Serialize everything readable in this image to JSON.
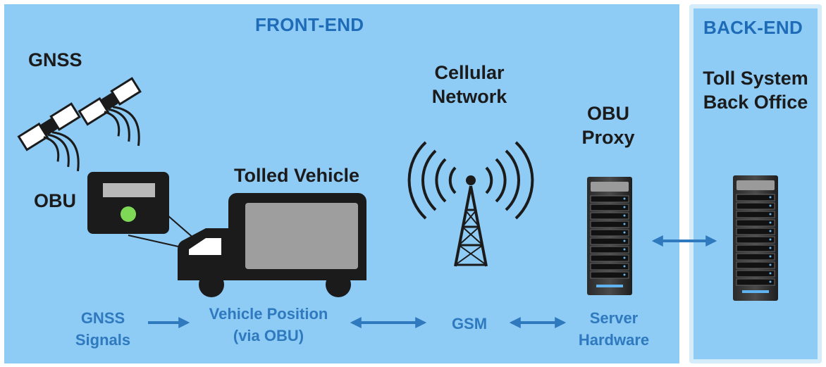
{
  "front_end": {
    "header": "FRONT-END",
    "labels": {
      "gnss": "GNSS",
      "obu": "OBU",
      "tolled_vehicle": "Tolled Vehicle",
      "cellular_network_line1": "Cellular",
      "cellular_network_line2": "Network",
      "obu_proxy_line1": "OBU",
      "obu_proxy_line2": "Proxy"
    },
    "captions": {
      "gnss_signals_line1": "GNSS",
      "gnss_signals_line2": "Signals",
      "vehicle_position_line1": "Vehicle Position",
      "vehicle_position_line2": "(via OBU)",
      "gsm": "GSM",
      "server_hardware_line1": "Server",
      "server_hardware_line2": "Hardware"
    }
  },
  "back_end": {
    "header": "BACK-END",
    "title_line1": "Toll System",
    "title_line2": "Back Office"
  },
  "colors": {
    "panel_bg": "#8ecbf5",
    "header_text": "#1e6bb8",
    "caption_text": "#2f79be",
    "arrow": "#2f79be",
    "obu_led": "#7ed957"
  },
  "icons": [
    "satellite-icon",
    "signal-waves-icon",
    "obu-device-icon",
    "truck-icon",
    "cell-tower-icon",
    "server-rack-icon"
  ]
}
